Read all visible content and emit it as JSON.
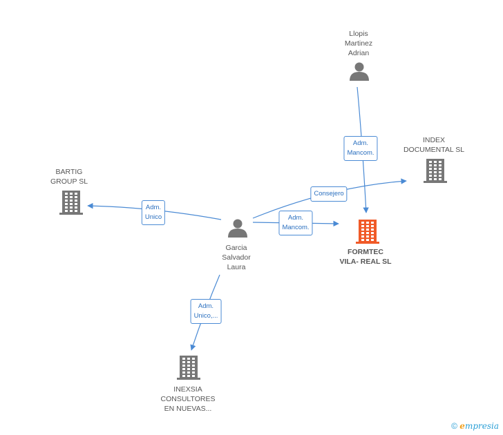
{
  "colors": {
    "edge": "#4a8ad4",
    "icon": "#777777",
    "focus": "#f05a28"
  },
  "nodes": [
    {
      "id": "llopis",
      "type": "person",
      "label": "Llopis\nMartinez\nAdrian"
    },
    {
      "id": "index",
      "type": "company",
      "label": "INDEX\nDOCUMENTAL SL"
    },
    {
      "id": "bartig",
      "type": "company",
      "label": "BARTIG\nGROUP SL"
    },
    {
      "id": "garcia",
      "type": "person",
      "label": "Garcia\nSalvador\nLaura"
    },
    {
      "id": "formtec",
      "type": "company",
      "focus": true,
      "label": "FORMTEC\nVILA- REAL SL"
    },
    {
      "id": "inexsia",
      "type": "company",
      "label": "INEXSIA\nCONSULTORES\nEN NUEVAS..."
    }
  ],
  "edges": [
    {
      "from": "llopis",
      "to": "formtec",
      "label": "Adm.\nMancom."
    },
    {
      "from": "garcia",
      "to": "index",
      "label": "Consejero"
    },
    {
      "from": "garcia",
      "to": "bartig",
      "label": "Adm.\nUnico"
    },
    {
      "from": "garcia",
      "to": "formtec",
      "label": "Adm.\nMancom."
    },
    {
      "from": "garcia",
      "to": "inexsia",
      "label": "Adm.\nUnico,..."
    }
  ],
  "footer": {
    "copyright": "©",
    "brand_e": "e",
    "brand_rest": "mpresia"
  }
}
